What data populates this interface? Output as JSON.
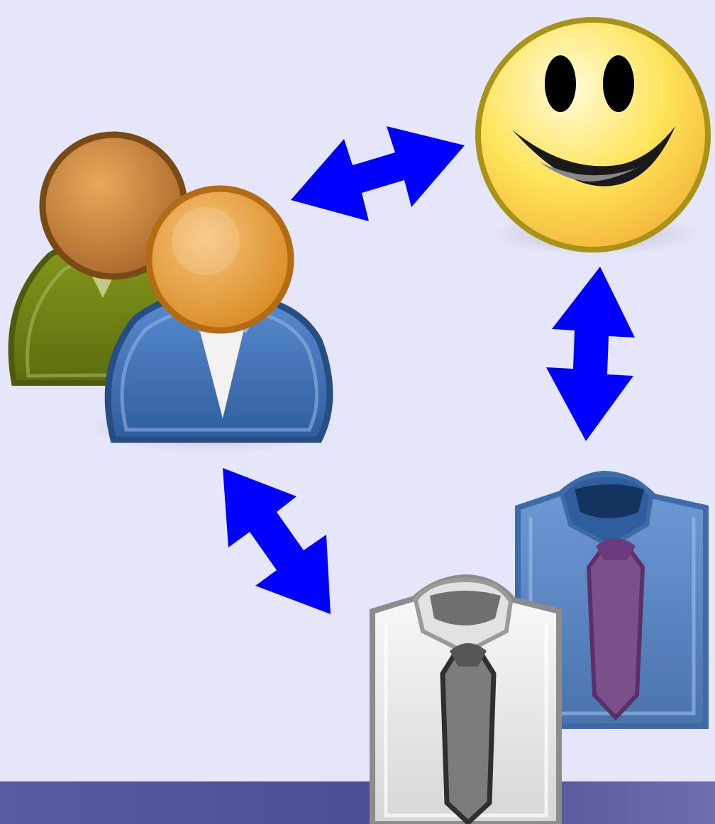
{
  "colors": {
    "background": "#e6e6fa",
    "arrow": "#0000ff",
    "footer_bar_start": "#4a4a8e",
    "footer_bar_end": "#6a6aa8",
    "users_green_shirt": "#6f7f14",
    "users_blue_shirt": "#3f6fb0",
    "smiley_face": "#ffe35a",
    "white_shirt": "#eeeeee",
    "blue_shirt": "#5a86c2",
    "purple_tie": "#6b3f78",
    "gray_tie": "#6f7370"
  },
  "nodes": [
    {
      "id": "users",
      "icon": "users-group-icon"
    },
    {
      "id": "smiley",
      "icon": "smiley-face-icon"
    },
    {
      "id": "shirts",
      "icon": "shirt-and-tie-icon"
    }
  ],
  "connections": [
    {
      "from": "users",
      "to": "smiley",
      "direction": "bidirectional"
    },
    {
      "from": "smiley",
      "to": "shirts",
      "direction": "bidirectional"
    },
    {
      "from": "users",
      "to": "shirts",
      "direction": "bidirectional"
    }
  ]
}
